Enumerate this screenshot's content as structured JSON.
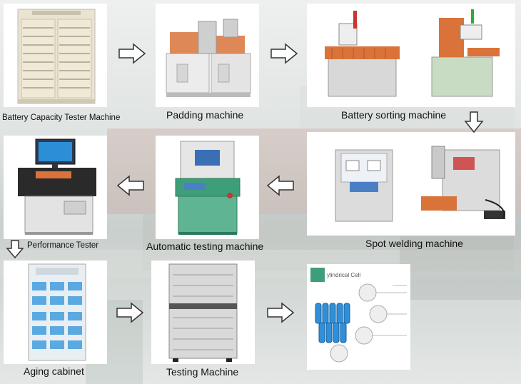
{
  "colors": {
    "arrow_fill": "#ffffff",
    "arrow_stroke": "#333333",
    "machine_grey": "#dcdcdc",
    "machine_beige": "#e9e3cf",
    "accent_orange": "#d9733a",
    "accent_green": "#3f9e7a",
    "panel_blue": "#4a7fc6",
    "battery_blue": "#2f8fd8"
  },
  "steps": [
    {
      "label": "Battery Capacity Tester Machine"
    },
    {
      "label": "Padding machine"
    },
    {
      "label": "Battery sorting machine"
    },
    {
      "label": "Spot welding machine"
    },
    {
      "label": "Automatic testing machine"
    },
    {
      "label": "Performance Tester"
    },
    {
      "label": "Aging cabinet"
    },
    {
      "label": "Testing Machine"
    },
    {
      "label": ""
    }
  ],
  "brochure": {
    "title": "ylindrical Cell"
  },
  "arrows": [
    "right",
    "right",
    "down",
    "left",
    "left",
    "down",
    "right",
    "right"
  ]
}
